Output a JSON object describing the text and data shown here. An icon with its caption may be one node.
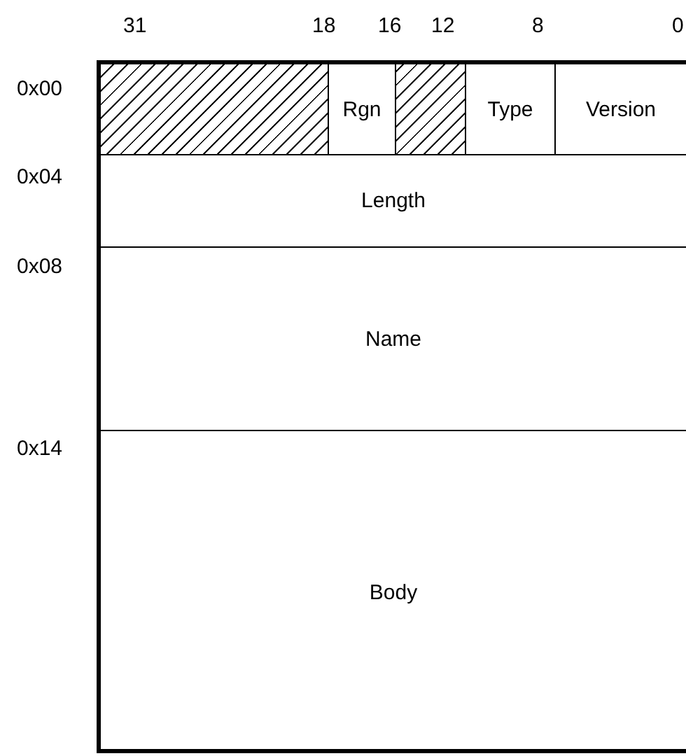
{
  "diagram": {
    "nodes": [
      {
        "text": [],
        "shape": "box"
      },
      {
        "text": [
          "Rgn"
        ]
      },
      {
        "text": [],
        "shape": "box"
      },
      {
        "text": [
          "Type"
        ]
      },
      {
        "text": [
          "Version"
        ]
      },
      {
        "text": [
          "Length"
        ]
      },
      {
        "text": [
          "Name"
        ]
      },
      {
        "text": [
          "Body"
        ]
      }
    ],
    "labels": [
      "31",
      "18",
      "16",
      "12",
      "8",
      "0",
      "0x00",
      "0x04",
      "0x08",
      "0x14"
    ]
  }
}
